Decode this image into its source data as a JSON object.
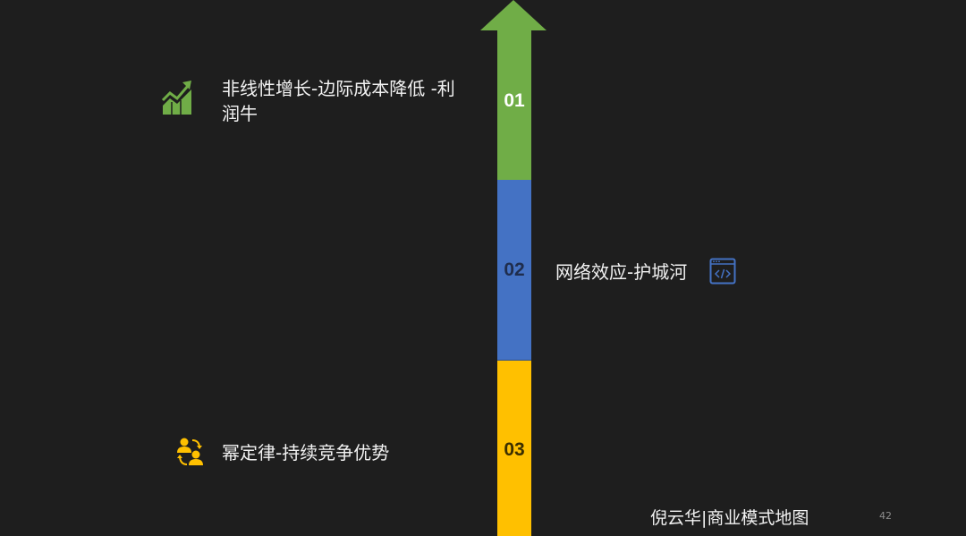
{
  "slide": {
    "background": "#1e1e1e",
    "arrow": {
      "segments": [
        {
          "number": "01",
          "color": "#70ad47",
          "label": "非线性增长-边际成本降低 -利润牛",
          "icon": "growth-chart-icon"
        },
        {
          "number": "02",
          "color": "#4472c4",
          "label": "网络效应-护城河",
          "icon": "code-window-icon"
        },
        {
          "number": "03",
          "color": "#ffc000",
          "label": "幂定律-持续竞争优势",
          "icon": "people-exchange-icon"
        }
      ]
    },
    "footer": {
      "title": "倪云华|商业模式地图",
      "page_number": "42"
    }
  }
}
